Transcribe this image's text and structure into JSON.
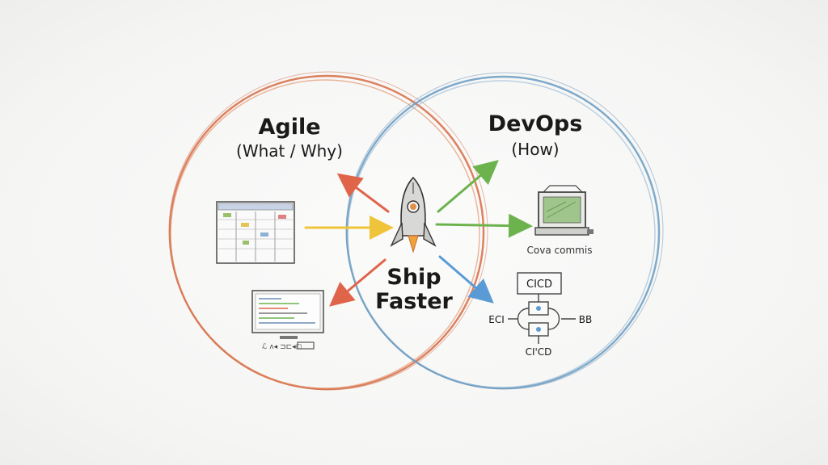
{
  "left_circle": {
    "title": "Agile",
    "subtitle": "(What / Why)",
    "color": "#d9734f",
    "icons": [
      "kanban-board-icon",
      "code-monitor-icon"
    ],
    "monitor_caption": "ℒ ᴧ◂ ⊐⊏◂◻"
  },
  "right_circle": {
    "title": "DevOps",
    "subtitle": "(How)",
    "color": "#6a9cc2",
    "icons": [
      "computer-icon",
      "cicd-pipeline-icon"
    ],
    "commits_caption": "Cova commis",
    "cicd_top": "CICD",
    "cicd_left": "ECI",
    "cicd_right": "BB",
    "cicd_bottom": "CI'CD"
  },
  "center": {
    "line1": "Ship",
    "line2": "Faster",
    "icon": "rocket-icon"
  },
  "arrow_colors": {
    "red": "#e0644a",
    "yellow": "#f0c43a",
    "green": "#6cb34e",
    "blue": "#5b9bd5"
  }
}
